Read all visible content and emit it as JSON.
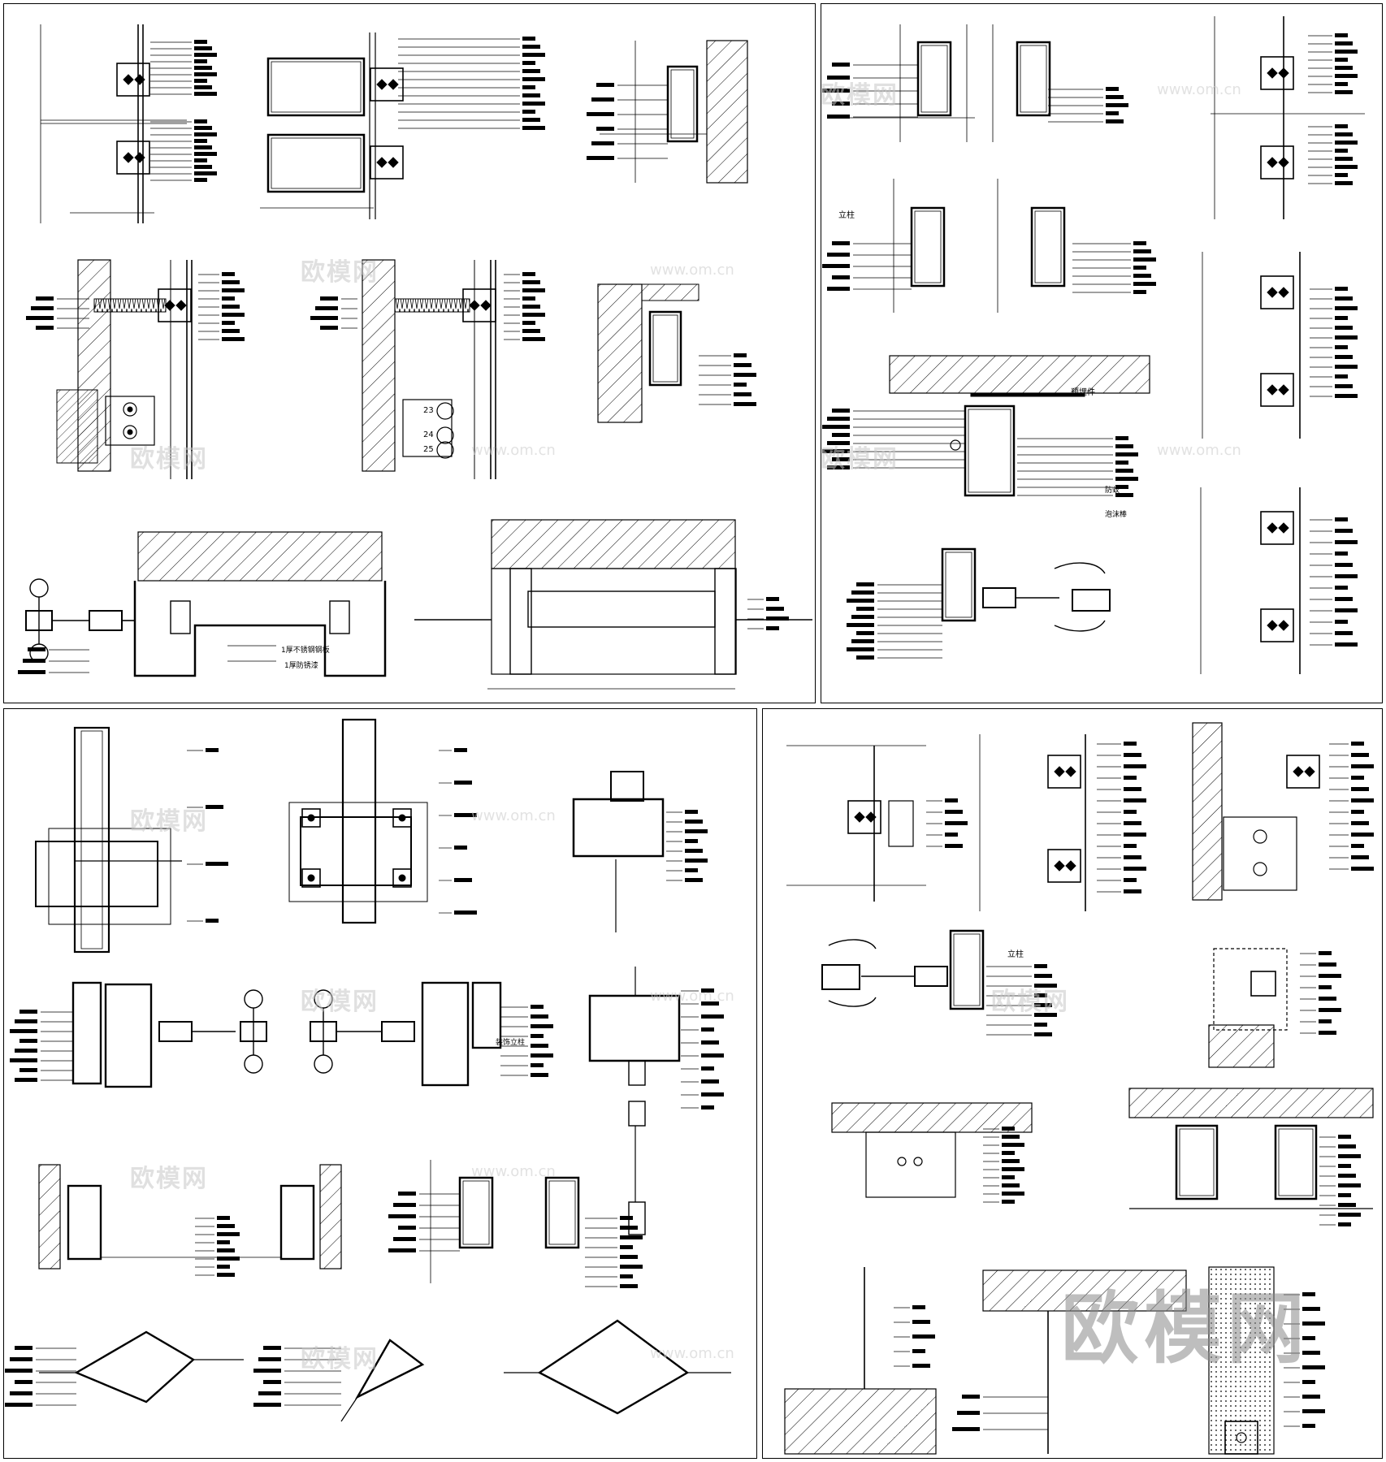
{
  "sheets": [
    {
      "id": "top-left"
    },
    {
      "id": "top-right"
    },
    {
      "id": "bottom-left"
    },
    {
      "id": "bottom-right"
    }
  ],
  "callouts": {
    "column": "立柱",
    "column_b": "立柱",
    "embedded_part": "预埋件",
    "fixed_ring": "防蚁",
    "filler_rod": "泡沫棒",
    "decor_column": "装饰立柱",
    "stainless_steel_sheet": "1厚不锈钢钢板",
    "waterproof_paint": "1厚防锈漆",
    "bolt_numbers": [
      "23",
      "24",
      "25"
    ]
  },
  "watermark": {
    "brand": "欧模网",
    "url": "www.om.cn",
    "big_brand": "欧模网"
  },
  "colors": {
    "line": "#000000",
    "background": "#ffffff",
    "hatch": "#000000",
    "watermark": "#c8c8c8"
  }
}
